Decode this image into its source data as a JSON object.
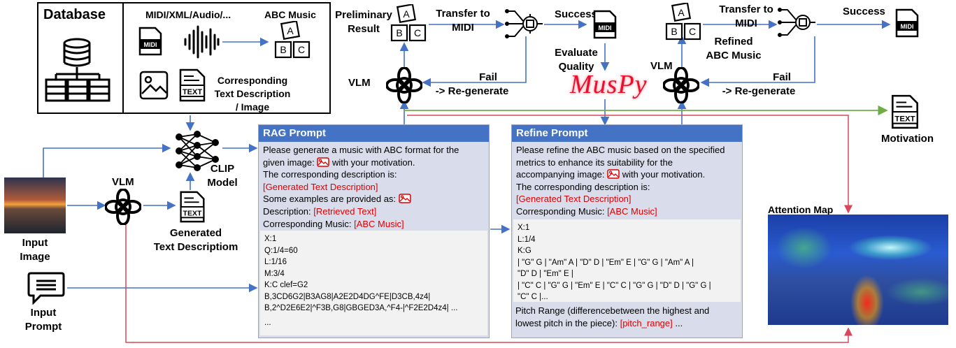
{
  "database": {
    "title": "Database",
    "formats_label": "MIDI/XML/Audio/...",
    "abc_label": "ABC Music",
    "text_desc_label_1": "Corresponding",
    "text_desc_label_2": "Text Description",
    "text_desc_label_3": "/ Image",
    "midi_text": "MIDI",
    "text_icon_label": "TEXT"
  },
  "top_flow": {
    "preliminary_1": "Preliminary",
    "preliminary_2": "Result",
    "transfer_1": "Transfer to",
    "transfer_2": "MIDI",
    "success": "Success",
    "evaluate_1": "Evaluate",
    "evaluate_2": "Quality",
    "fail_1": "Fail",
    "fail_2": "-> Re-generate",
    "vlm": "VLM",
    "muspy": "MusPy"
  },
  "right_flow": {
    "transfer_1": "Transfer to",
    "transfer_2": "MIDI",
    "success": "Success",
    "refined_1": "Refined",
    "refined_2": "ABC Music",
    "vlm": "VLM",
    "fail_1": "Fail",
    "fail_2": "-> Re-generate",
    "motivation": "Motivation"
  },
  "left_flow": {
    "clip_1": "CLIP",
    "clip_2": "Model",
    "vlm": "VLM",
    "generated_1": "Generated",
    "generated_2": "Text Descriptiom",
    "input_image_1": "Input",
    "input_image_2": "Image",
    "input_prompt_1": "Input",
    "input_prompt_2": "Prompt",
    "attention_map": "Attention Map"
  },
  "rag_prompt": {
    "title": "RAG Prompt",
    "line1": "Please generate a music with ABC format for the",
    "line2a": "given image: ",
    "line2b": " with your motivation.",
    "line3": "The corresponding description is:",
    "line4": "[Generated Text Description]",
    "line5": "Some examples are provided as: ",
    "line6a": "Description: ",
    "line6b": "[Retrieved Text]",
    "line7a": "Corresponding Music: ",
    "line7b": "[ABC Music]",
    "code": [
      "X:1",
      "Q:1/4=60",
      "L:1/16",
      "M:3/4",
      "K:C clef=G2",
      "B,3CD6G2|B3AG8|A2E2D4DG^FE|D3CB,4z4|",
      "B,2^D2E6E2|^F3B,G8|GBGED3A,^F4-|^F2E2D4z4| ...",
      "",
      "..."
    ]
  },
  "refine_prompt": {
    "title": "Refine Prompt",
    "line1": "Please refine the ABC music based on the specified",
    "line2": "metrics to enhance its suitability for the",
    "line3a": "accompanying image: ",
    "line3b": " with your motivation.",
    "line4": "The corresponding description is:",
    "line5": "[Generated Text Description]",
    "line6a": "Corresponding Music: ",
    "line6b": "[ABC Music]",
    "code": [
      "X:1",
      "L:1/4",
      "K:G",
      "| \"G\" G | \"Am\" A | \"D\" D | \"Em\" E | \"G\" G | \"Am\" A |",
      "\"D\" D | \"Em\" E |",
      "| \"C\" C | \"G\" G | \"Em\" E | \"C\" C | \"G\" G | \"D\" D | \"G\" G |",
      "\"C\" C |..."
    ],
    "pitch1": "Pitch Range (differencebetween the highest and",
    "pitch2a": "lowest pitch in the piece): ",
    "pitch2b": "[pitch_range]",
    "pitch2c": " ..."
  },
  "colors": {
    "arrow_blue": "#4472c4",
    "arrow_green": "#70ad47",
    "arrow_red": "#d9475a",
    "panel_head": "#4472c4",
    "panel_body": "#d9dcea",
    "highlight_red": "#e00000"
  }
}
